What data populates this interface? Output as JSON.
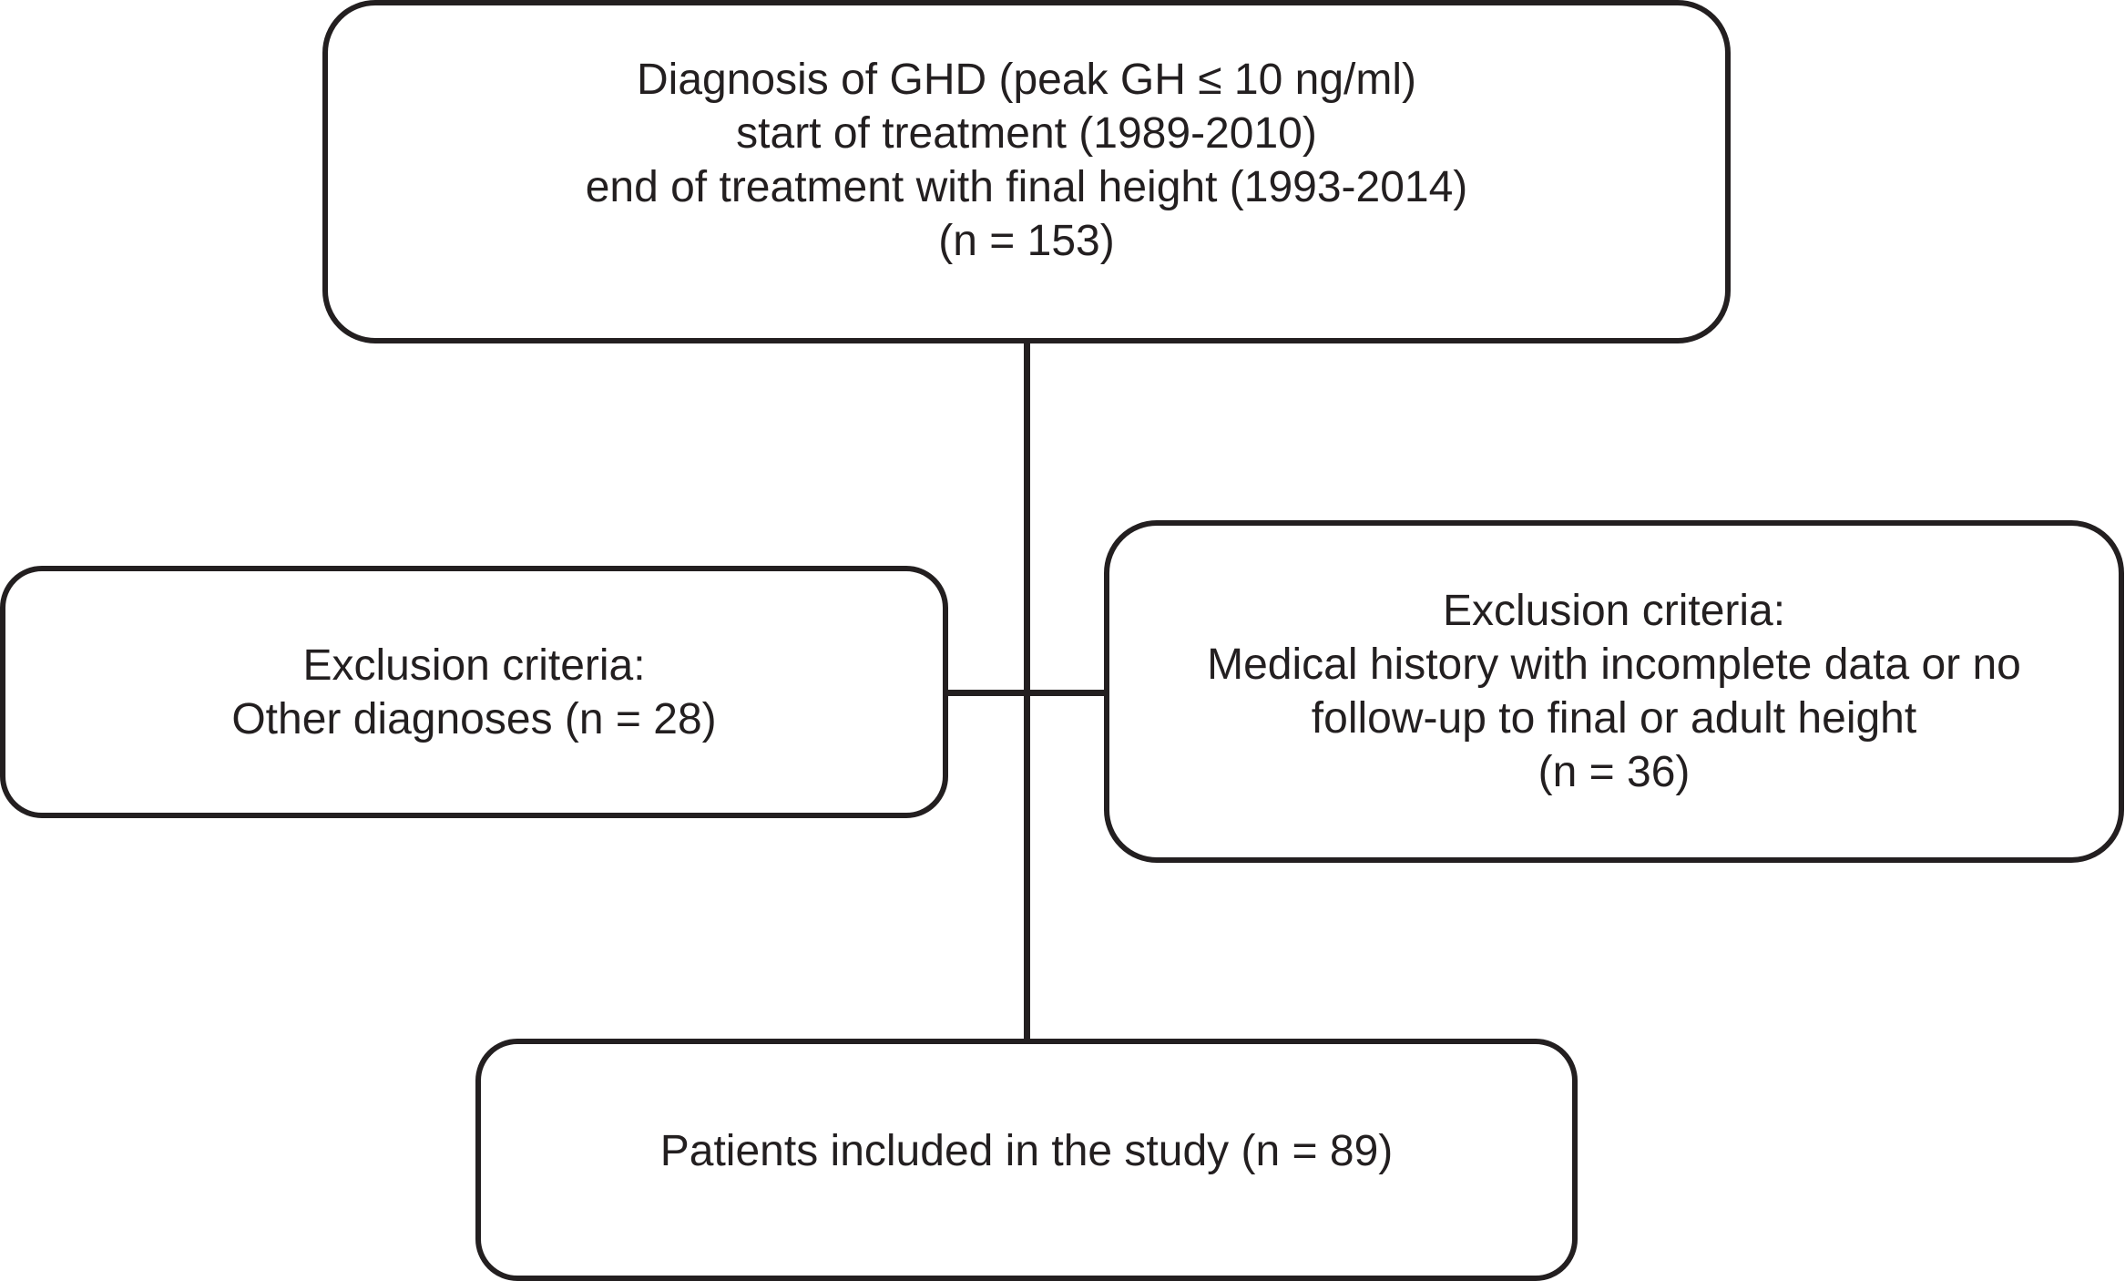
{
  "top_box": {
    "lines": [
      "Diagnosis of GHD (peak GH ≤ 10 ng/ml)",
      "start of treatment (1989-2010)",
      "end of treatment with final height (1993-2014)",
      "(n = 153)"
    ]
  },
  "left_box": {
    "lines": [
      "Exclusion criteria:",
      "Other diagnoses (n = 28)"
    ]
  },
  "right_box": {
    "lines": [
      "Exclusion criteria:",
      "Medical history with incomplete data or no",
      "follow-up to final or adult height",
      "(n = 36)"
    ]
  },
  "bottom_box": {
    "lines": [
      "Patients included in the study (n = 89)"
    ]
  },
  "colors": {
    "stroke": "#231f20",
    "background": "#ffffff"
  }
}
